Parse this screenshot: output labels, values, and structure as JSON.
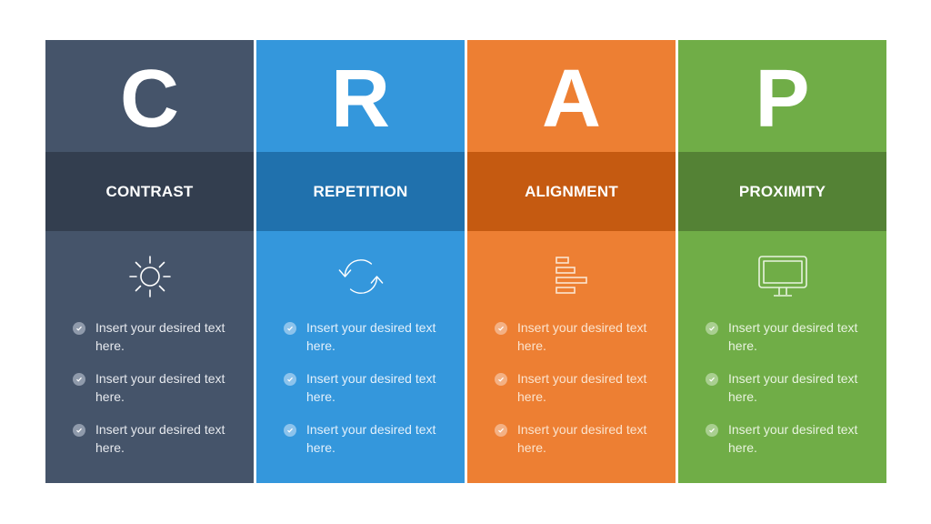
{
  "columns": [
    {
      "letter": "C",
      "title": "CONTRAST",
      "icon": "sun-icon",
      "colors": {
        "main": "#45546a",
        "band": "#333e4f",
        "text": "#e6e9ee",
        "check": "#8f9aab"
      },
      "bullets": [
        "Insert your desired text here.",
        "Insert your desired text here.",
        "Insert your desired text here."
      ]
    },
    {
      "letter": "R",
      "title": "REPETITION",
      "icon": "refresh-cycle-icon",
      "colors": {
        "main": "#3497dc",
        "band": "#2071ad",
        "text": "#e3f0fb",
        "check": "#8cc3ec"
      },
      "bullets": [
        "Insert your desired text here.",
        "Insert your desired text here.",
        "Insert your desired text here."
      ]
    },
    {
      "letter": "A",
      "title": "ALIGNMENT",
      "icon": "align-left-bars-icon",
      "colors": {
        "main": "#ed7f33",
        "band": "#c55a11",
        "text": "#fbe4cf",
        "check": "#f4b184"
      },
      "bullets": [
        "Insert your desired text here.",
        "Insert your desired text here.",
        "Insert your desired text here."
      ]
    },
    {
      "letter": "P",
      "title": "PROXIMITY",
      "icon": "monitor-icon",
      "colors": {
        "main": "#70ad47",
        "band": "#548235",
        "text": "#e8f3df",
        "check": "#a9cf90"
      },
      "bullets": [
        "Insert your desired text here.",
        "Insert your desired text here.",
        "Insert your desired text here."
      ]
    }
  ]
}
